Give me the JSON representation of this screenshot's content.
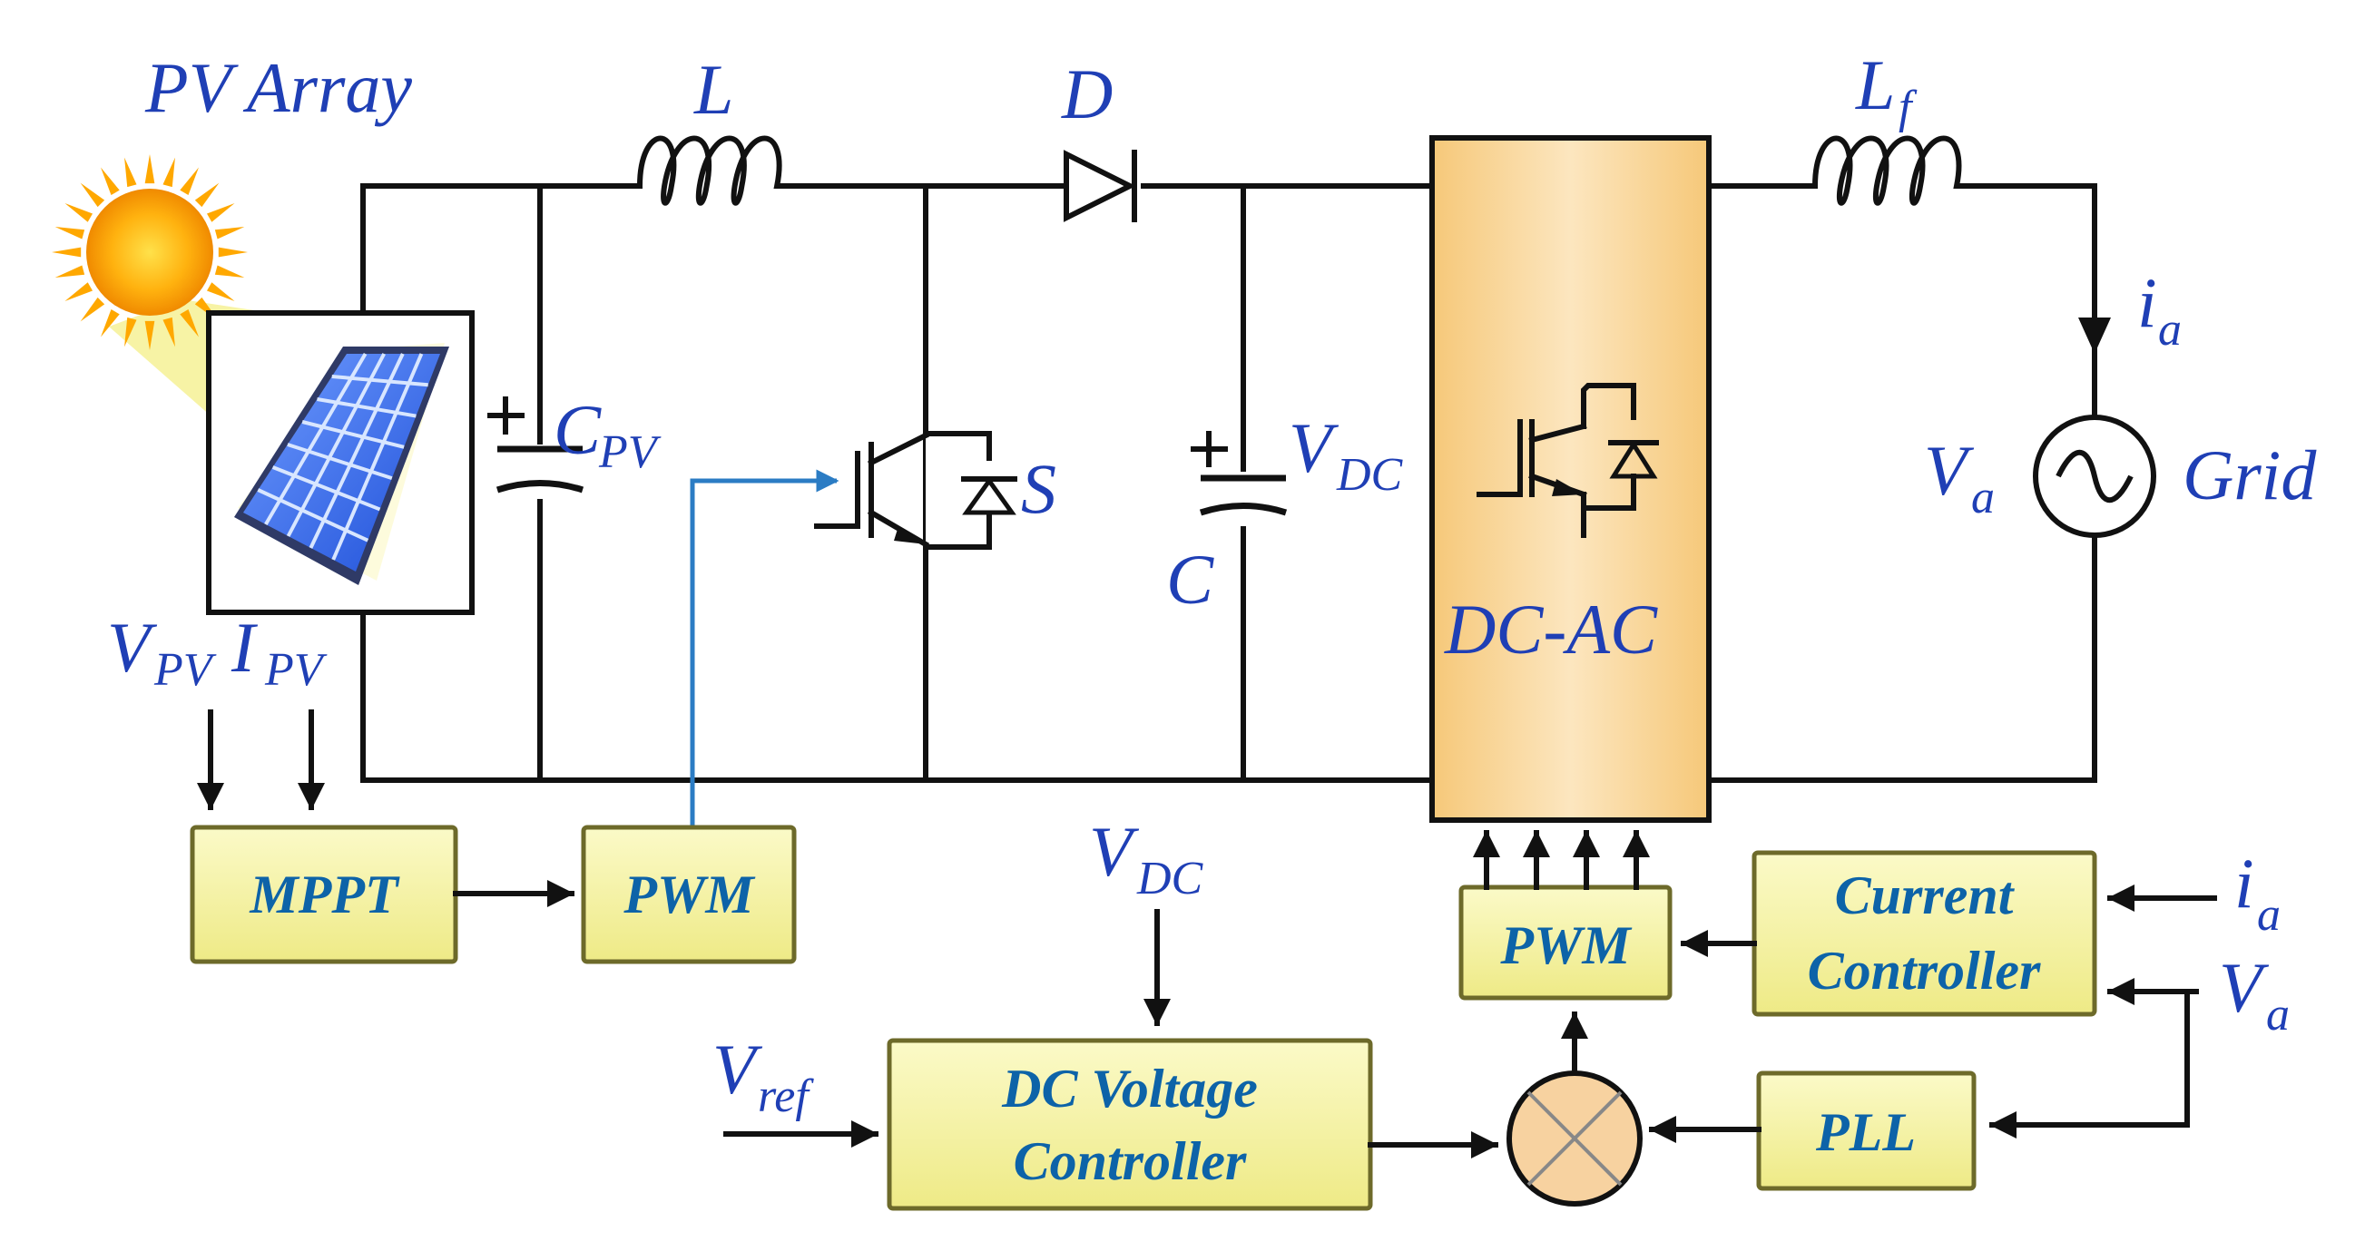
{
  "labels": {
    "pv_array": "PV Array",
    "inductor_L": "L",
    "diode_D": "D",
    "grid_inductor_main": "L",
    "grid_inductor_sub": "f",
    "cap_pv_main": "C",
    "cap_pv_sub": "PV",
    "switch_S": "S",
    "vdc_main": "V",
    "vdc_sub": "DC",
    "cap_C": "C",
    "dcac": "DC-AC",
    "ia_main": "i",
    "ia_sub": "a",
    "va_main": "V",
    "va_sub": "a",
    "grid": "Grid",
    "vpv_main": "V",
    "vpv_sub": "PV",
    "ipv_main": "I",
    "ipv_sub": "PV",
    "vdc_in_main": "V",
    "vdc_in_sub": "DC",
    "vref_main": "V",
    "vref_sub": "ref",
    "ia_in_main": "i",
    "ia_in_sub": "a",
    "va_in_main": "V",
    "va_in_sub": "a"
  },
  "blocks": {
    "mppt": "MPPT",
    "pwm_left": "PWM",
    "pwm_right": "PWM",
    "current_controller_line1": "Current",
    "current_controller_line2": "Controller",
    "dc_voltage_controller_line1": "DC Voltage",
    "dc_voltage_controller_line2": "Controller",
    "pll": "PLL"
  },
  "colors": {
    "label_blue": "#1f3fb5",
    "block_text": "#0d63a8",
    "block_fill": "#f4f2a2",
    "converter_fill": "#f7d79a",
    "wire": "#111111",
    "pwm_signal": "#2b7cc4"
  }
}
